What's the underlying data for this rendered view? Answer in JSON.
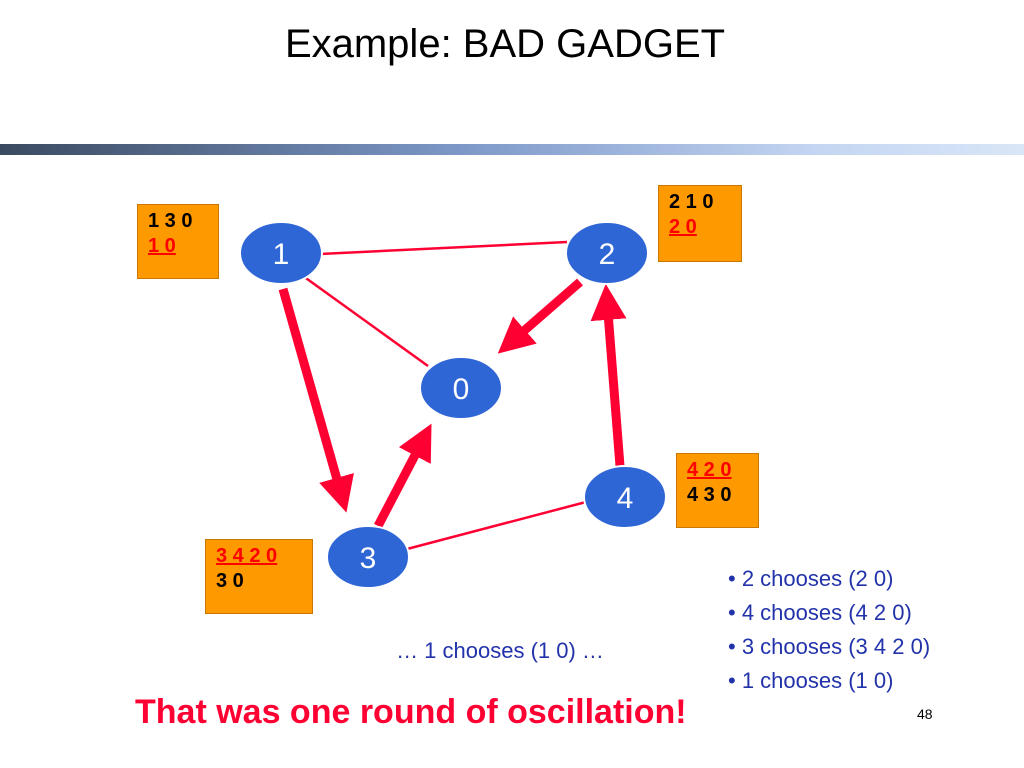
{
  "title": "Example: BAD GADGET",
  "colors": {
    "node_fill": "#2f66d6",
    "edge": "#ff0033",
    "box_fill": "#ff9900",
    "highlight_text": "#ff0000",
    "caption_text": "#2233aa",
    "footer_text": "#ff0033"
  },
  "nodes": [
    {
      "id": "0",
      "label": "0"
    },
    {
      "id": "1",
      "label": "1"
    },
    {
      "id": "2",
      "label": "2"
    },
    {
      "id": "3",
      "label": "3"
    },
    {
      "id": "4",
      "label": "4"
    }
  ],
  "edges": [
    {
      "from": "1",
      "to": "2",
      "style": "thin"
    },
    {
      "from": "1",
      "to": "0",
      "style": "thin"
    },
    {
      "from": "3",
      "to": "4",
      "style": "thin"
    },
    {
      "from": "2",
      "to": "0",
      "style": "thick-arrow"
    },
    {
      "from": "4",
      "to": "2",
      "style": "thick-arrow"
    },
    {
      "from": "3",
      "to": "0",
      "style": "thick-arrow"
    },
    {
      "from": "1",
      "to": "3",
      "style": "thick-arrow"
    }
  ],
  "path_boxes": {
    "node1": {
      "lines": [
        {
          "text": "1 3 0",
          "highlight": false
        },
        {
          "text": "1 0",
          "highlight": true
        }
      ]
    },
    "node2": {
      "lines": [
        {
          "text": "2 1 0",
          "highlight": false
        },
        {
          "text": "2 0",
          "highlight": true
        }
      ]
    },
    "node4": {
      "lines": [
        {
          "text": "4 2 0",
          "highlight": true
        },
        {
          "text": "4 3 0",
          "highlight": false
        }
      ]
    },
    "node3": {
      "lines": [
        {
          "text": "3 4 2 0",
          "highlight": true
        },
        {
          "text": "3 0",
          "highlight": false
        }
      ]
    }
  },
  "caption": "… 1 chooses (1 0) …",
  "bullets": [
    "2 chooses (2 0)",
    "4 chooses (4 2 0)",
    "3 chooses (3 4 2 0)",
    "1 chooses (1 0)"
  ],
  "footer": "That was one round of oscillation!",
  "page_number": "48"
}
